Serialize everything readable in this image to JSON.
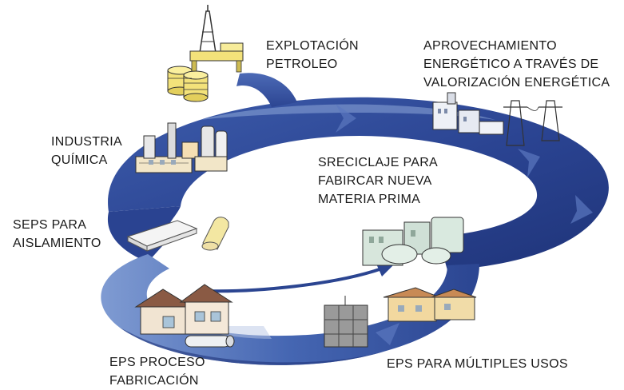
{
  "labels": {
    "explotacion": [
      "EXPLOTACIÓN",
      "PETROLEO"
    ],
    "aprovechamiento": [
      "APROVECHAMIENTO",
      "ENERGÉTICO A TRAVÉS DE",
      "VALORIZACIÓN ENERGÉTICA"
    ],
    "industria": [
      "INDUSTRIA",
      "QUÍMICA"
    ],
    "reciclaje": [
      "SRECICLAJE PARA",
      "FABIRCAR NUEVA",
      "MATERIA PRIMA"
    ],
    "aislamiento": [
      "SEPS PARA",
      "AISLAMIENTO"
    ],
    "proceso": [
      "EPS PROCESO",
      "FABRICACIÓN"
    ],
    "usos": [
      "EPS PARA MÚLTIPLES USOS"
    ]
  },
  "colors": {
    "band_dark": "#24397f",
    "band_mid": "#3a57a8",
    "band_light": "#6f8cc8",
    "band_pale": "#b9c8e6"
  }
}
